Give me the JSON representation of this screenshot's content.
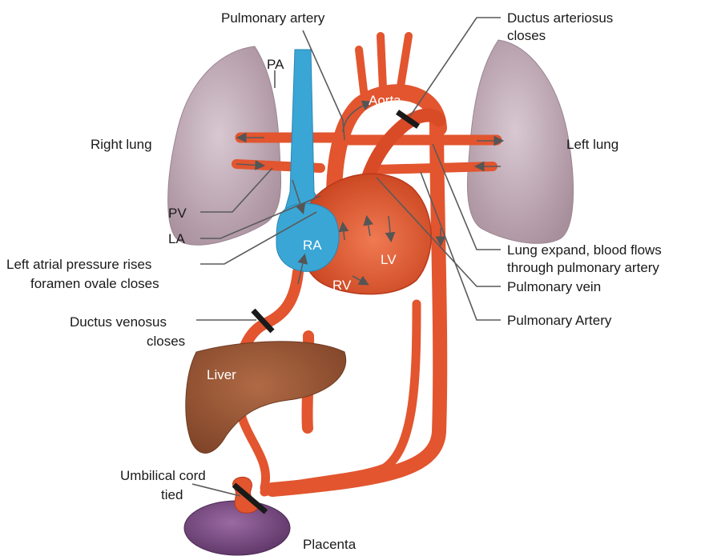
{
  "labels": {
    "pulmonary_artery_top": "Pulmonary artery",
    "ductus_arteriosus_1": "Ductus arteriosus",
    "ductus_arteriosus_2": "closes",
    "pa": "PA",
    "aorta": "Aorta",
    "right_lung": "Right lung",
    "left_lung": "Left lung",
    "pv": "PV",
    "la": "LA",
    "left_atrial_1": "Left atrial pressure rises",
    "left_atrial_2": "foramen ovale closes",
    "ra": "RA",
    "lv": "LV",
    "rv": "RV",
    "lung_expand_1": "Lung expand, blood flows",
    "lung_expand_2": "through pulmonary artery",
    "pulmonary_vein": "Pulmonary vein",
    "pulmonary_artery_right": "Pulmonary Artery",
    "ductus_venosus_1": "Ductus venosus",
    "ductus_venosus_2": "closes",
    "liver": "Liver",
    "umbilical_1": "Umbilical cord",
    "umbilical_2": "tied",
    "placenta": "Placenta"
  },
  "colors": {
    "vessel_red": "#e2552f",
    "vessel_dark": "#b8391d",
    "vein_blue": "#3aa6d6",
    "lung": "#c7b3be",
    "liver": "#9c5a3a",
    "placenta": "#7d4d86",
    "arrow": "#5a5a5a"
  }
}
